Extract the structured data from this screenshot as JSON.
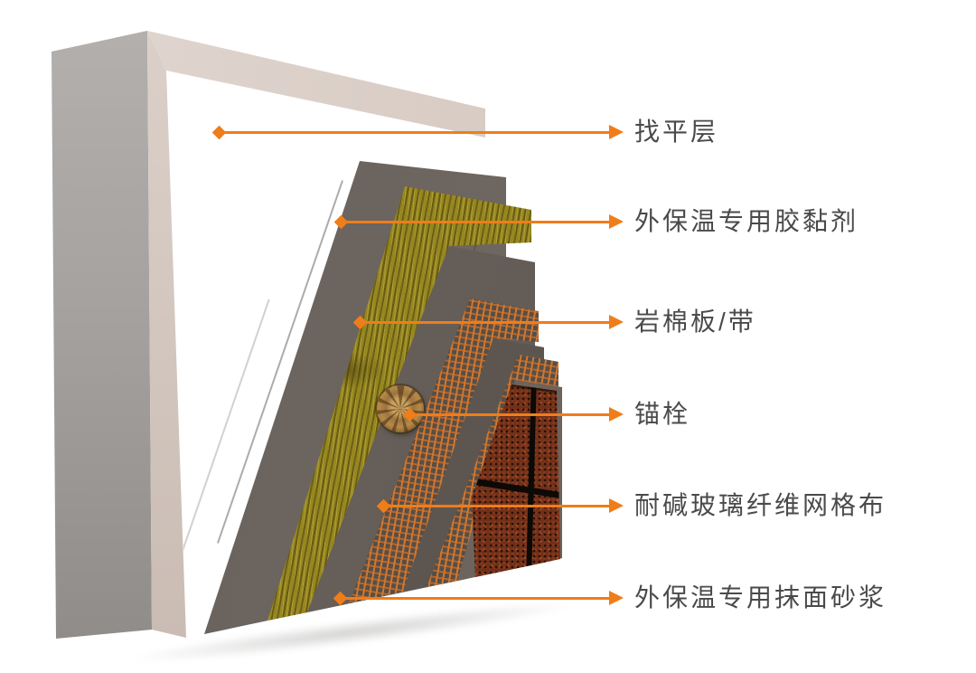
{
  "figure": {
    "type": "layered-wall-insulation-cutaway-diagram",
    "callouts": [
      {
        "id": "leveling-layer",
        "label": "找平层"
      },
      {
        "id": "insulation-adhesive",
        "label": "外保温专用胶黏剂"
      },
      {
        "id": "rock-wool-board",
        "label": "岩棉板/带"
      },
      {
        "id": "anchor-bolt",
        "label": "锚栓"
      },
      {
        "id": "glass-fiber-mesh",
        "label": "耐碱玻璃纤维网格布"
      },
      {
        "id": "finishing-mortar",
        "label": "外保温专用抹面砂浆"
      }
    ],
    "layers": [
      {
        "id": "concrete-base-wall",
        "color": "#ADAAA8"
      },
      {
        "id": "wall-rim",
        "color": "#D8CCC5"
      },
      {
        "id": "leveling-layer",
        "color": "#5C554F"
      },
      {
        "id": "insulation-adhesive",
        "color": "#675F59"
      },
      {
        "id": "rock-wool-board",
        "color": "#97871F"
      },
      {
        "id": "base-mortar",
        "color": "#635B55"
      },
      {
        "id": "glass-fiber-mesh",
        "color": "#CF7730"
      },
      {
        "id": "finishing-mortar",
        "color": "#5C554F"
      },
      {
        "id": "finish-tile",
        "color": "#6F3019"
      },
      {
        "id": "tile-grout",
        "color": "#0C0906"
      },
      {
        "id": "anchor-bolt",
        "color": "#B78A4A"
      }
    ],
    "colors": {
      "arrow": "#EF7D1A",
      "label_text": "#4A4A4A",
      "background": "#FFFFFF"
    }
  }
}
